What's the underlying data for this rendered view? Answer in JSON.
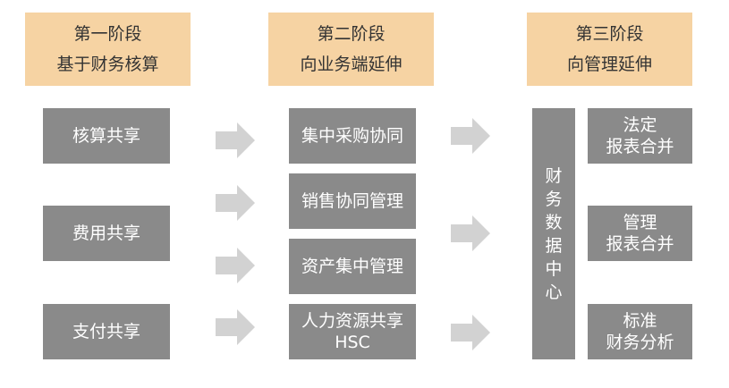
{
  "stages": [
    {
      "title": "第一阶段",
      "subtitle": "基于财务核算"
    },
    {
      "title": "第二阶段",
      "subtitle": "向业务端延伸"
    },
    {
      "title": "第三阶段",
      "subtitle": "向管理延伸"
    }
  ],
  "stage1_items": [
    "核算共享",
    "费用共享",
    "支付共享"
  ],
  "stage2_items": [
    "集中采购协同",
    "销售协同管理",
    "资产集中管理",
    {
      "line1": "人力资源共享",
      "line2": "HSC"
    }
  ],
  "data_center": [
    "财",
    "务",
    "数",
    "据",
    "中",
    "心"
  ],
  "stage3_items": [
    {
      "line1": "法定",
      "line2": "报表合并"
    },
    {
      "line1": "管理",
      "line2": "报表合并"
    },
    {
      "line1": "标准",
      "line2": "财务分析"
    }
  ],
  "colors": {
    "header_bg": "#f6d3a3",
    "box_bg": "#8a8a8a",
    "arrow": "#d2d2d2"
  }
}
